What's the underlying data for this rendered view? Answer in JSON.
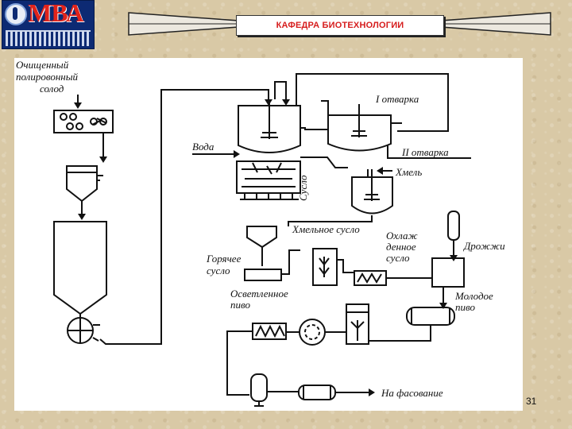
{
  "header": {
    "logo_text": "МВА",
    "title": "КАФЕДРА БИОТЕХНОЛОГИИ"
  },
  "diagram": {
    "labels": {
      "malt": [
        "Очищенный",
        "полировонный",
        "солод"
      ],
      "boil1": "I отварка",
      "boil2": "II отварка",
      "water": "Вода",
      "wort": "Сусло",
      "hops": "Хмель",
      "hopped_wort": "Хмельное сусло",
      "hot_wort": [
        "Горячее",
        "сусло"
      ],
      "cooled_wort": [
        "Охлаж",
        "денное",
        "сусло"
      ],
      "yeast": "Дрожжи",
      "clarified_beer": [
        "Осветленное",
        "пиво"
      ],
      "young_beer": [
        "Молодое",
        "пиво"
      ],
      "to_bottling": "На фасование"
    }
  },
  "footer": {
    "page_number": "31"
  }
}
